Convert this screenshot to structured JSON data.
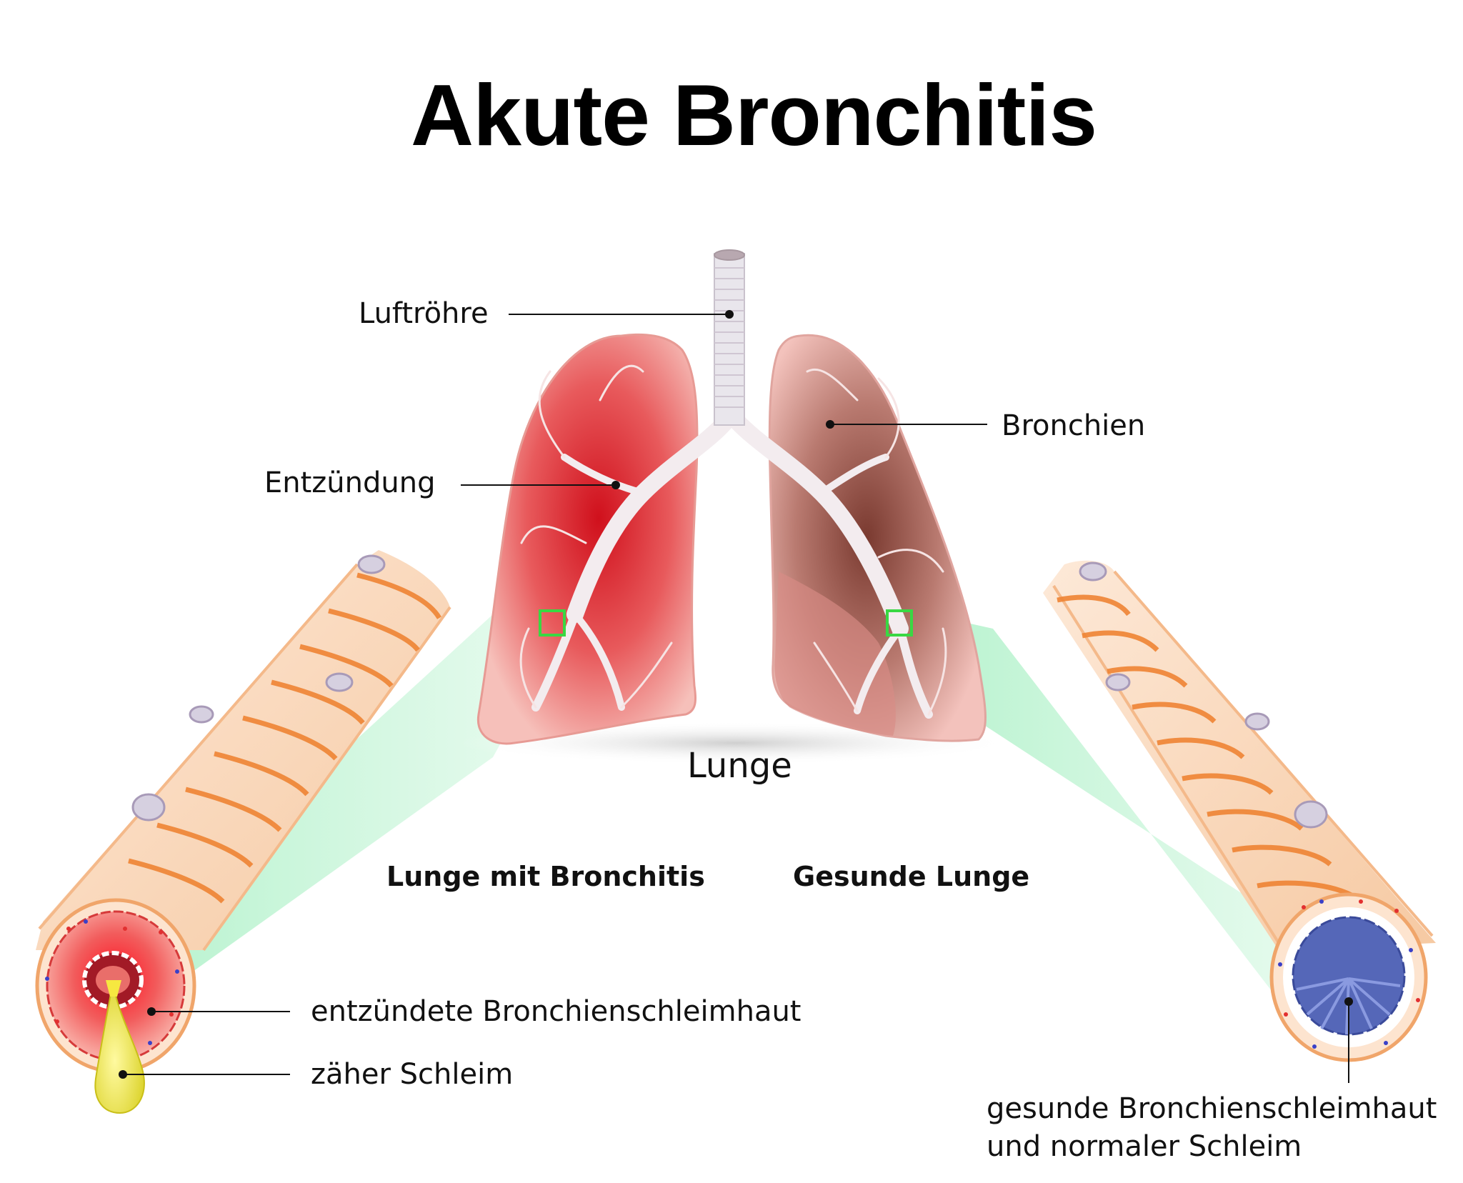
{
  "title": "Akute Bronchitis",
  "labels": {
    "trachea": "Luftröhre",
    "inflammation": "Entzündung",
    "bronchi": "Bronchien",
    "lung": "Lunge",
    "lung_with_bronchitis": "Lunge mit Bronchitis",
    "healthy_lung": "Gesunde Lunge",
    "inflamed_mucosa": "entzündete Bronchienschleimhaut",
    "viscous_mucus": "zäher Schleim",
    "healthy_mucosa_line1": "gesunde Bronchienschleimhaut",
    "healthy_mucosa_line2": "und normaler Schleim"
  },
  "colors": {
    "inflamed_lung": "#e0303a",
    "healthy_lung": "#9a5a4f",
    "lung_pink": "#f2b3ad",
    "trachea": "#e8e4ea",
    "bronchus_tube": "#f8d2b0",
    "bronchus_rings": "#f08a3c",
    "highlight_green": "#9ef0c0",
    "marker_green": "#39d843",
    "inflamed_mucosa": "#ee4a4a",
    "mucus_yellow": "#e8e23a",
    "healthy_mucosa": "#5567b8"
  }
}
